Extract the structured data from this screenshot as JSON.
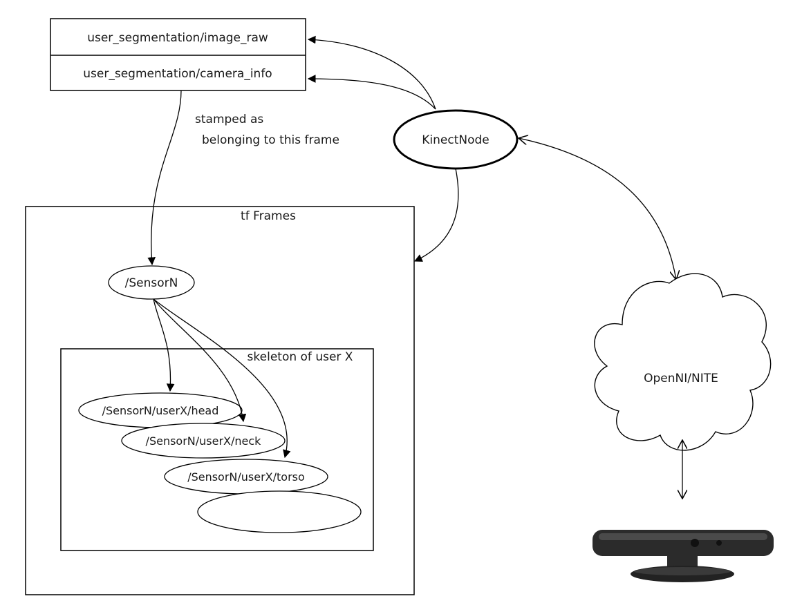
{
  "topics": {
    "image_raw": "user_segmentation/image_raw",
    "camera_info": "user_segmentation/camera_info"
  },
  "annotation": {
    "line1": "stamped as",
    "line2": "belonging to this frame"
  },
  "nodes": {
    "kinect": "KinectNode",
    "openni": "OpenNI/NITE"
  },
  "tf": {
    "title": "tf Frames",
    "sensor": "/SensorN",
    "skeleton_title": "skeleton of user X",
    "head": "/SensorN/userX/head",
    "neck": "/SensorN/userX/neck",
    "torso": "/SensorN/userX/torso"
  }
}
